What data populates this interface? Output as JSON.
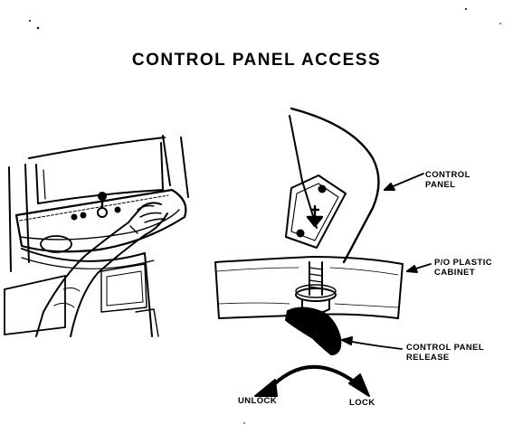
{
  "title": "CONTROL PANEL ACCESS",
  "callouts": {
    "control_panel": [
      "CONTROL",
      "PANEL"
    ],
    "plastic_cabinet": [
      "P/O PLASTIC",
      "CABINET"
    ],
    "panel_release": [
      "CONTROL PANEL",
      "RELEASE"
    ]
  },
  "directions": {
    "unlock": "UNLOCK",
    "lock": "LOCK"
  }
}
